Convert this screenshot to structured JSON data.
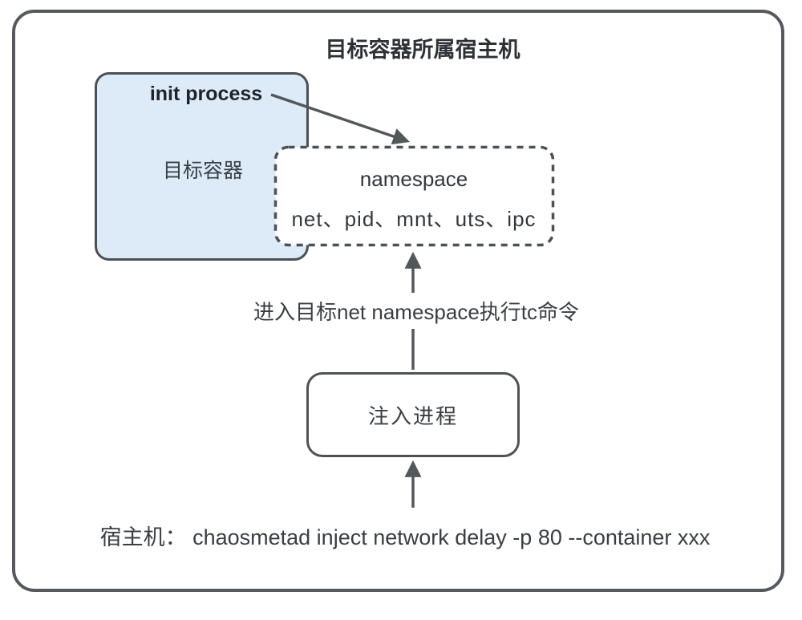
{
  "title": "目标容器所属宿主机",
  "container": {
    "init_label": "init process",
    "label": "目标容器"
  },
  "namespace": {
    "title": "namespace",
    "items": "net、pid、mnt、uts、ipc"
  },
  "arrow_label": "进入目标net namespace执行tc命令",
  "inject": {
    "label": "注入进程"
  },
  "host_command": "宿主机： chaosmetad inject network delay -p 80 --container xxx",
  "colors": {
    "container_fill": "#dcebf7",
    "box_stroke": "#4b5055",
    "outer_stroke": "#55595e",
    "arrow_stroke": "#53575c",
    "text": "#34383d"
  }
}
